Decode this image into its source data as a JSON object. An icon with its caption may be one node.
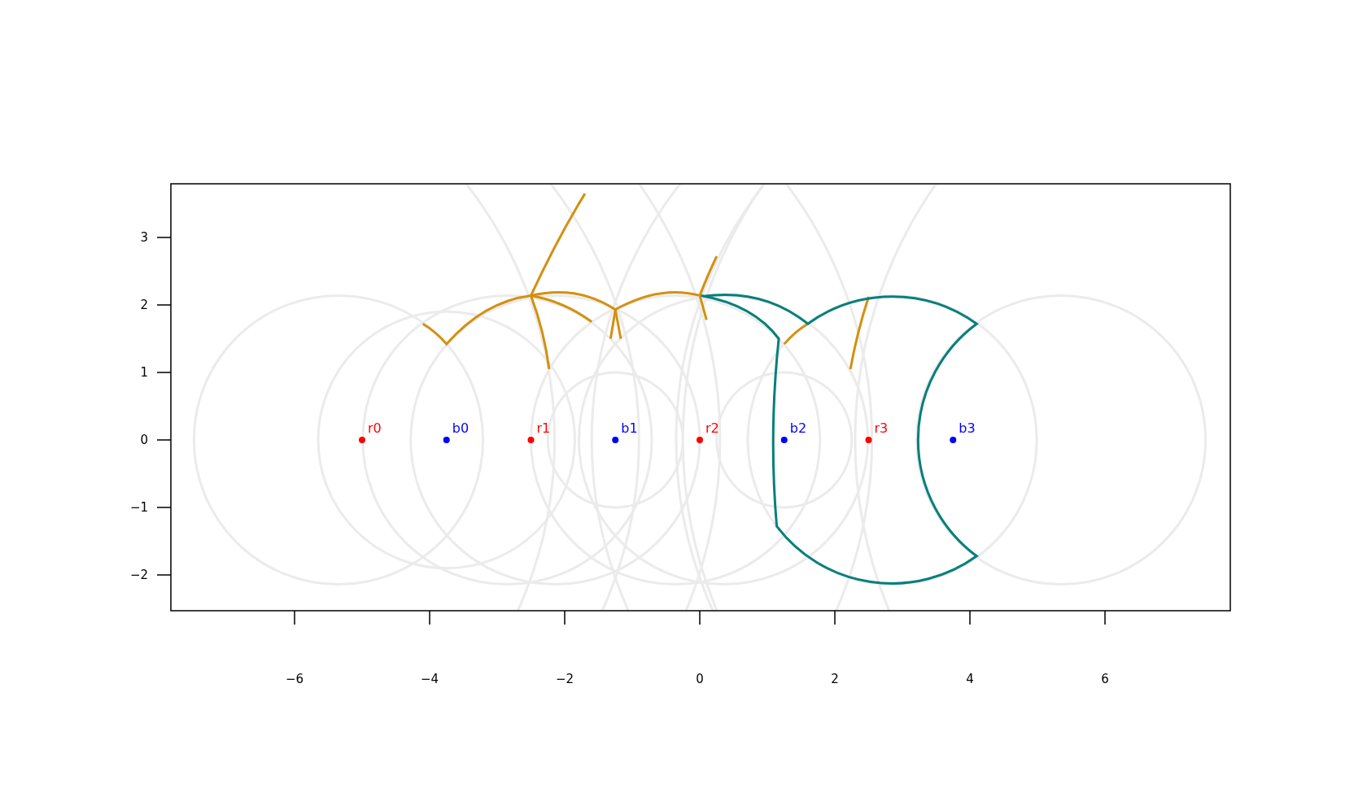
{
  "diagram": {
    "nodes": [
      {
        "text": [
          "r0"
        ]
      },
      {
        "text": [
          "b0"
        ]
      },
      {
        "text": [
          "r1"
        ]
      },
      {
        "text": [
          "b1"
        ]
      },
      {
        "text": [
          "r2"
        ]
      },
      {
        "text": [
          "b2"
        ]
      },
      {
        "text": [
          "r3"
        ]
      },
      {
        "text": [
          "b3"
        ]
      }
    ],
    "labels": [
      "3",
      "2",
      "1",
      "0",
      "−1",
      "−2",
      "−6",
      "−4",
      "−2",
      "0",
      "2",
      "4",
      "6"
    ]
  }
}
